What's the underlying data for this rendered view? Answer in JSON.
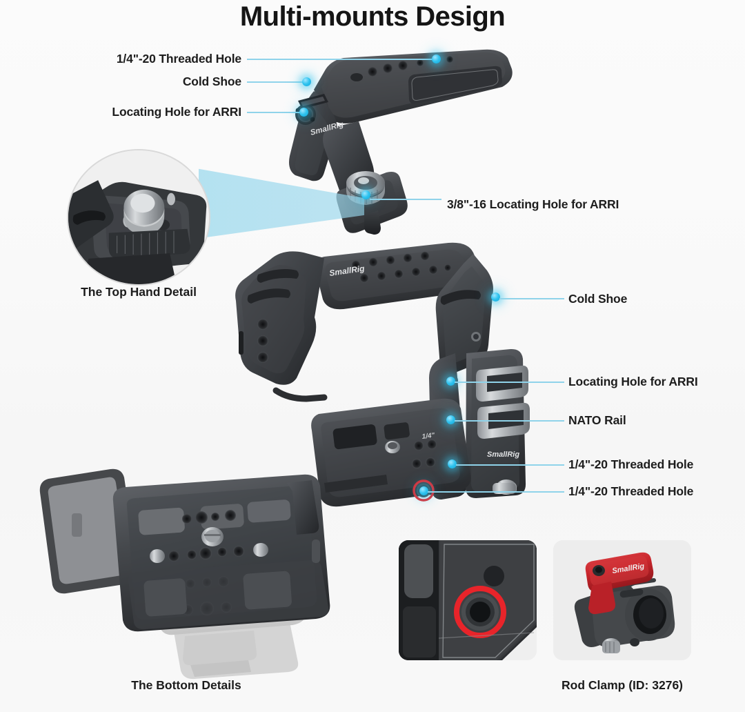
{
  "title": "Multi-mounts Design",
  "colors": {
    "accent_cyan": "#2fc3ef",
    "leader_line": "#8fd3ea",
    "beam": "#b0e0f0",
    "highlight_red": "#e8242a",
    "brand_red": "#c8252b",
    "metal_dark": "#3a3c3f",
    "background": "#f8f8f8",
    "text": "#1b1b1b"
  },
  "callouts": {
    "top_handle": [
      {
        "label": "1/4\"-20 Threaded Hole",
        "side": "left"
      },
      {
        "label": "Cold Shoe",
        "side": "left"
      },
      {
        "label": "Locating Hole for ARRI",
        "side": "left"
      },
      {
        "label": "3/8\"-16 Locating Hole for ARRI",
        "side": "right"
      }
    ],
    "cage": [
      {
        "label": "Cold Shoe",
        "side": "right"
      },
      {
        "label": "Locating Hole for ARRI",
        "side": "right"
      },
      {
        "label": "NATO Rail",
        "side": "right"
      },
      {
        "label": "1/4\"-20 Threaded Hole",
        "side": "right"
      },
      {
        "label": "1/4\"-20 Threaded Hole",
        "side": "right"
      }
    ]
  },
  "captions": {
    "magnifier": "The Top Hand Detail",
    "bottom_view": "The Bottom Details",
    "rod_clamp": "Rod Clamp (ID: 3276)"
  },
  "brand": {
    "name": "SmallRig"
  }
}
